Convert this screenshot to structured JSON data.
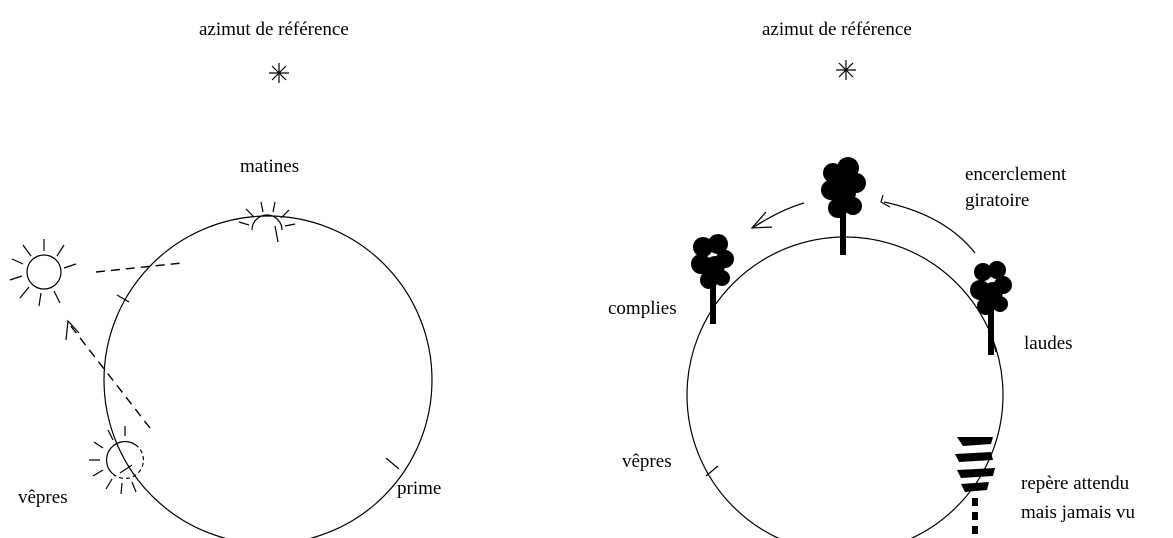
{
  "left_panel": {
    "reference_label": "azimut de référence",
    "labels": {
      "matines": "matines",
      "vepres": "vêpres",
      "prime": "prime"
    }
  },
  "right_panel": {
    "reference_label": "azimut de référence",
    "labels": {
      "encerclement": "encerclement",
      "giratoire": "giratoire",
      "complies": "complies",
      "laudes": "laudes",
      "vepres": "vêpres",
      "repere_line1": "repère attendu",
      "repere_line2": "mais jamais vu"
    }
  },
  "icons": {
    "reference_star": "asterisk-star-icon",
    "sun": "sun-icon",
    "tree": "tree-icon",
    "ghost_tree": "dashed-tree-icon"
  },
  "colors": {
    "ink": "#000000",
    "background": "#ffffff"
  }
}
